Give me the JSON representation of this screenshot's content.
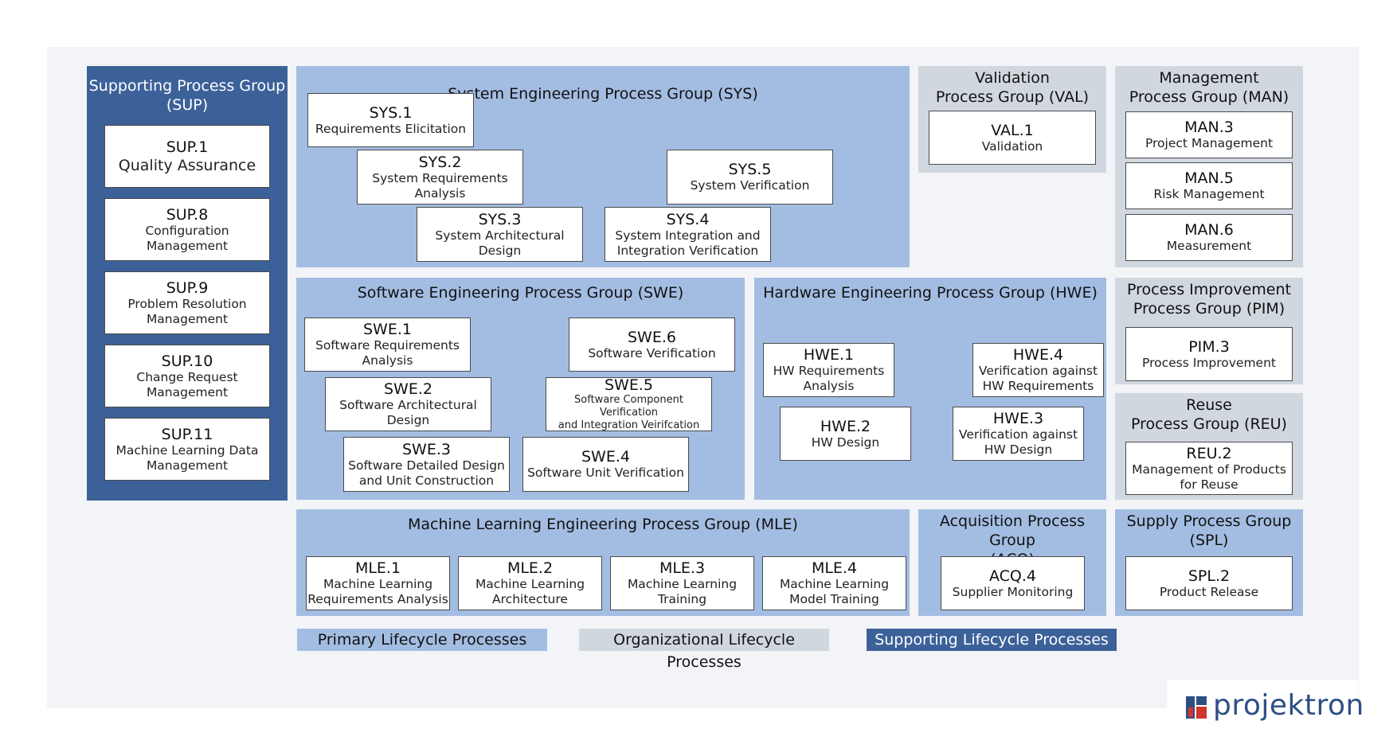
{
  "groups": {
    "sup": {
      "title": "Supporting Process Group\n(SUP)"
    },
    "sys": {
      "title": "System Engineering Process Group (SYS)"
    },
    "val": {
      "title": "Validation\nProcess Group (VAL)"
    },
    "man": {
      "title": "Management\nProcess Group (MAN)"
    },
    "swe": {
      "title": "Software Engineering Process Group (SWE)"
    },
    "hwe": {
      "title": "Hardware Engineering Process Group (HWE)"
    },
    "pim": {
      "title": "Process Improvement\nProcess Group (PIM)"
    },
    "reu": {
      "title": "Reuse\nProcess Group (REU)"
    },
    "mle": {
      "title": "Machine Learning Engineering Process Group (MLE)"
    },
    "acq": {
      "title": "Acquisition Process Group\n(ACQ)"
    },
    "spl": {
      "title": "Supply Process Group\n(SPL)"
    }
  },
  "processes": {
    "sup1": {
      "id": "SUP.1",
      "name": "Quality Assurance"
    },
    "sup8": {
      "id": "SUP.8",
      "name": "Configuration Management"
    },
    "sup9": {
      "id": "SUP.9",
      "name": "Problem Resolution\nManagement"
    },
    "sup10": {
      "id": "SUP.10",
      "name": "Change Request\nManagement"
    },
    "sup11": {
      "id": "SUP.11",
      "name": "Machine Learning Data\nManagement"
    },
    "sys1": {
      "id": "SYS.1",
      "name": "Requirements Elicitation"
    },
    "sys2": {
      "id": "SYS.2",
      "name": "System Requirements\nAnalysis"
    },
    "sys3": {
      "id": "SYS.3",
      "name": "System Architectural\nDesign"
    },
    "sys4": {
      "id": "SYS.4",
      "name": "System Integration and\nIntegration Verification"
    },
    "sys5": {
      "id": "SYS.5",
      "name": "System Verification"
    },
    "val1": {
      "id": "VAL.1",
      "name": "Validation"
    },
    "man3": {
      "id": "MAN.3",
      "name": "Project Management"
    },
    "man5": {
      "id": "MAN.5",
      "name": "Risk Management"
    },
    "man6": {
      "id": "MAN.6",
      "name": "Measurement"
    },
    "swe1": {
      "id": "SWE.1",
      "name": "Software Requirements\nAnalysis"
    },
    "swe2": {
      "id": "SWE.2",
      "name": "Software Architectural\nDesign"
    },
    "swe3": {
      "id": "SWE.3",
      "name": "Software Detailed Design\nand Unit Construction"
    },
    "swe4": {
      "id": "SWE.4",
      "name": "Software Unit Verification"
    },
    "swe5": {
      "id": "SWE.5",
      "name": "Software Component Verification\nand Integration Veirifcation"
    },
    "swe6": {
      "id": "SWE.6",
      "name": "Software Verification"
    },
    "hwe1": {
      "id": "HWE.1",
      "name": "HW Requirements\nAnalysis"
    },
    "hwe2": {
      "id": "HWE.2",
      "name": "HW Design"
    },
    "hwe3": {
      "id": "HWE.3",
      "name": "Verification against\nHW Design"
    },
    "hwe4": {
      "id": "HWE.4",
      "name": "Verification against\nHW Requirements"
    },
    "pim3": {
      "id": "PIM.3",
      "name": "Process Improvement"
    },
    "reu2": {
      "id": "REU.2",
      "name": "Management of Products\nfor Reuse"
    },
    "mle1": {
      "id": "MLE.1",
      "name": "Machine Learning\nRequirements Analysis"
    },
    "mle2": {
      "id": "MLE.2",
      "name": "Machine Learning\nArchitecture"
    },
    "mle3": {
      "id": "MLE.3",
      "name": "Machine Learning\nTraining"
    },
    "mle4": {
      "id": "MLE.4",
      "name": "Machine Learning\nModel Training"
    },
    "acq4": {
      "id": "ACQ.4",
      "name": "Supplier Monitoring"
    },
    "spl2": {
      "id": "SPL.2",
      "name": "Product Release"
    }
  },
  "legend": {
    "primary": "Primary Lifecycle Processes",
    "organizational": "Organizational Lifecycle Processes",
    "supporting": "Supporting Lifecycle Processes"
  },
  "logo": {
    "text": "projektron",
    "icon": "projektron-logo-icon"
  },
  "colors": {
    "primary": "#a3bde2",
    "organizational": "#d1d7df",
    "supporting": "#3c6199",
    "logo_red": "#d1352b",
    "logo_blue": "#2e4f86"
  }
}
